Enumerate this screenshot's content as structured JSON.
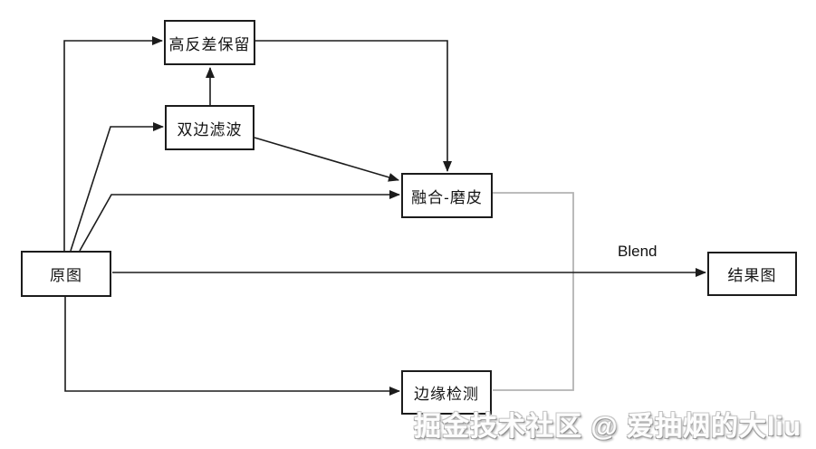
{
  "diagram": {
    "nodes": [
      {
        "id": "high-pass",
        "label": "高反差保留"
      },
      {
        "id": "bilateral",
        "label": "双边滤波"
      },
      {
        "id": "fusion-smooth",
        "label": "融合-磨皮"
      },
      {
        "id": "original",
        "label": "原图"
      },
      {
        "id": "result",
        "label": "结果图"
      },
      {
        "id": "edge-detect",
        "label": "边缘检测"
      }
    ],
    "edges": [
      {
        "from": "原图",
        "to": "高反差保留",
        "label": ""
      },
      {
        "from": "原图",
        "to": "双边滤波",
        "label": ""
      },
      {
        "from": "原图",
        "to": "融合-磨皮",
        "label": ""
      },
      {
        "from": "双边滤波",
        "to": "高反差保留",
        "label": ""
      },
      {
        "from": "双边滤波",
        "to": "融合-磨皮",
        "label": ""
      },
      {
        "from": "高反差保留",
        "to": "融合-磨皮",
        "label": ""
      },
      {
        "from": "原图",
        "to": "结果图",
        "label": "Blend"
      },
      {
        "from": "原图",
        "to": "边缘检测",
        "label": ""
      },
      {
        "from": "融合-磨皮",
        "to": "边缘检测",
        "label": "",
        "style": "gray-connector"
      }
    ],
    "colors": {
      "line": "#1c1c1c",
      "gray_connector": "#b3b3b3",
      "box_border": "#1c1c1c",
      "box_fill": "#ffffff"
    }
  },
  "watermark": {
    "text": "掘金技术社区 @ 爱抽烟的大liu"
  }
}
